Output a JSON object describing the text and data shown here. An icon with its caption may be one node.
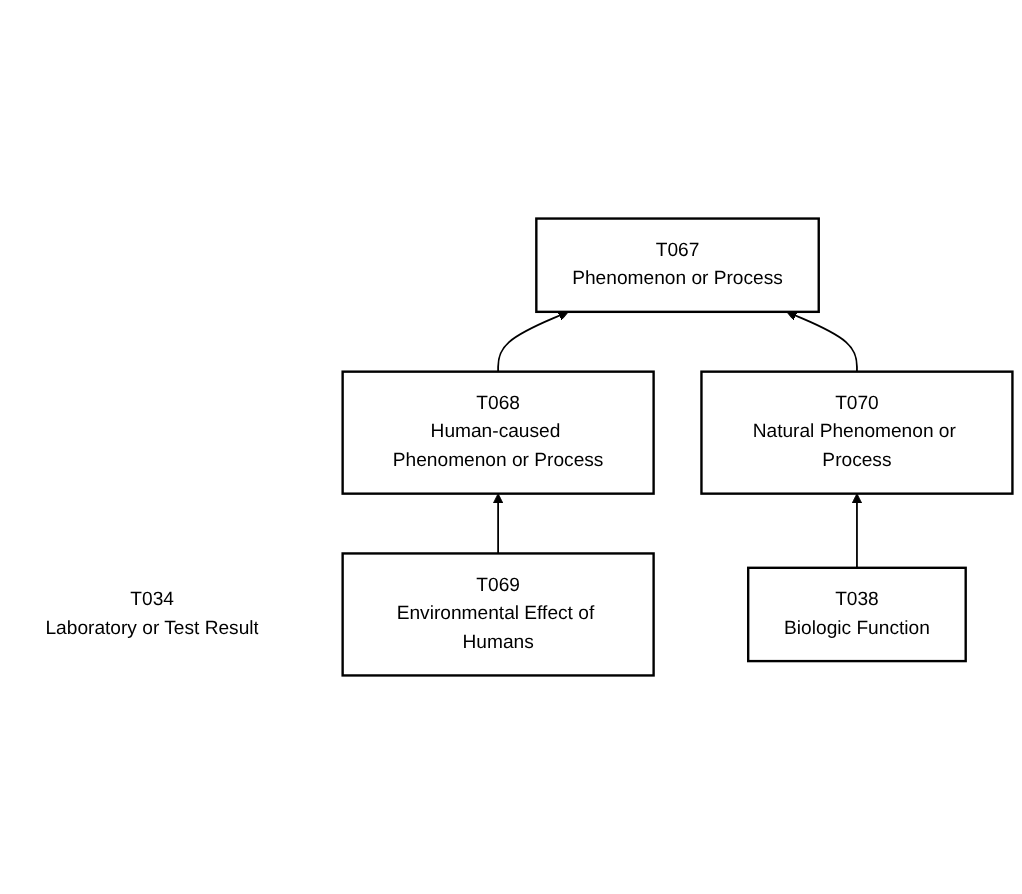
{
  "diagram": {
    "nodes": [
      {
        "text": [
          "T067",
          "Phenomenon or Process"
        ]
      },
      {
        "text": [
          "T068",
          "Human-caused Phenomenon or Process"
        ]
      },
      {
        "text": [
          "T070",
          "Natural Phenomenon or Process"
        ]
      },
      {
        "text": [
          "T034",
          "Laboratory or Test Result"
        ]
      },
      {
        "text": [
          "T069",
          "Environmental Effect of Humans"
        ]
      },
      {
        "text": [
          "T038",
          "Biologic Function"
        ]
      }
    ],
    "edges": [
      {
        "from": 1,
        "to": 0,
        "arrow": "to"
      },
      {
        "from": 2,
        "to": 0,
        "arrow": "to"
      },
      {
        "from": 4,
        "to": 1,
        "arrow": "to"
      },
      {
        "from": 5,
        "to": 2,
        "arrow": "to"
      }
    ]
  }
}
